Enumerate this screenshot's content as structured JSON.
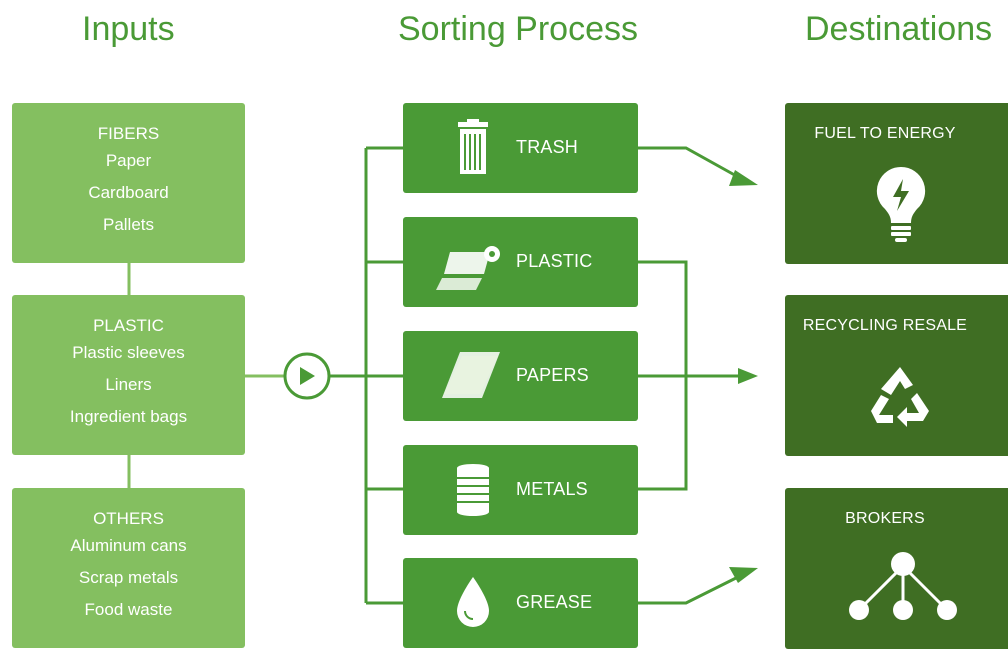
{
  "headers": {
    "inputs": "Inputs",
    "sorting": "Sorting Process",
    "destinations": "Destinations"
  },
  "inputs": [
    {
      "category": "FIBERS",
      "items": [
        "Paper",
        "Cardboard",
        "Pallets"
      ]
    },
    {
      "category": "PLASTIC",
      "items": [
        "Plastic sleeves",
        "Liners",
        "Ingredient bags"
      ]
    },
    {
      "category": "OTHERS",
      "items": [
        "Aluminum cans",
        "Scrap metals",
        "Food waste"
      ]
    }
  ],
  "sorting": [
    {
      "label": "TRASH",
      "icon": "trash-can-icon"
    },
    {
      "label": "PLASTIC",
      "icon": "plastic-roll-icon"
    },
    {
      "label": "PAPERS",
      "icon": "paper-stack-icon"
    },
    {
      "label": "METALS",
      "icon": "metal-can-icon"
    },
    {
      "label": "GREASE",
      "icon": "grease-drop-icon"
    }
  ],
  "destinations": [
    {
      "label": "FUEL TO ENERGY",
      "icon": "lightbulb-bolt-icon"
    },
    {
      "label": "RECYCLING RESALE",
      "icon": "recycle-icon"
    },
    {
      "label": "BROKERS",
      "icon": "network-icon"
    }
  ],
  "colors": {
    "input": "#84bf60",
    "sorting": "#4a9a36",
    "destination": "#3f6e23",
    "heading": "#4a9a36"
  }
}
